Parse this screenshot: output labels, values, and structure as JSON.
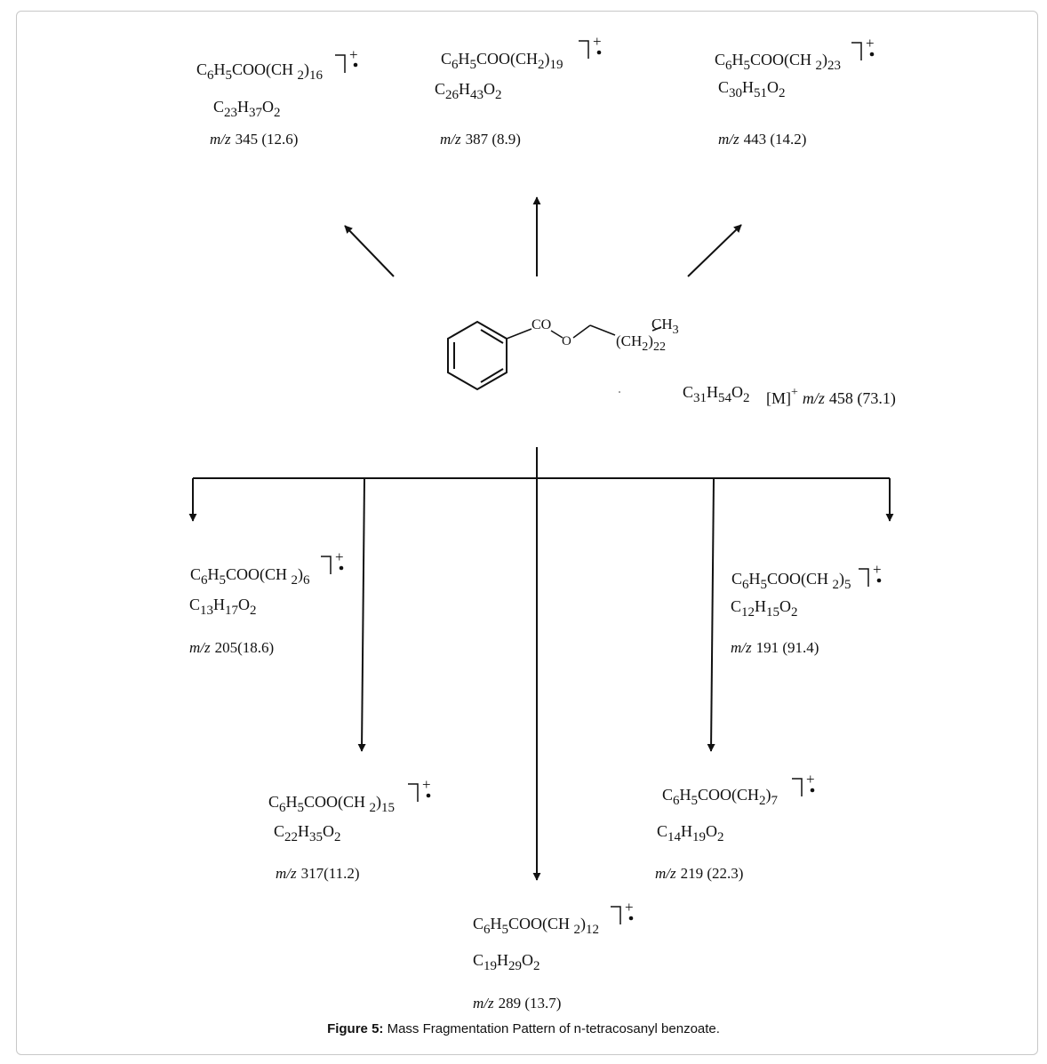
{
  "molecule": {
    "co_label": "CO",
    "o_label": "O",
    "ch3_label": "CH3",
    "chain_label": "(CH2)22",
    "formula": "C31H54O2",
    "ion_label": "[M]",
    "ion_charge": "+",
    "mz_label": "m/z",
    "mz_value": "458 (73.1)"
  },
  "fragments": [
    {
      "id": "f16",
      "formula_top": "C6H5COO(CH 2)16",
      "formula_bottom": "C23H37O2",
      "mz_label": "m/z",
      "mz_value": "345 (12.6)"
    },
    {
      "id": "f19",
      "formula_top": "C6H5COO(CH2)19",
      "formula_bottom": "C26H43O2",
      "mz_label": "m/z",
      "mz_value": "387 (8.9)"
    },
    {
      "id": "f23",
      "formula_top": "C6H5COO(CH 2)23",
      "formula_bottom": "C30H51O2",
      "mz_label": "m/z",
      "mz_value": "443 (14.2)"
    },
    {
      "id": "f6",
      "formula_top": "C6H5COO(CH 2)6",
      "formula_bottom": "C13H17O2",
      "mz_label": "m/z",
      "mz_value": "205(18.6)"
    },
    {
      "id": "f5",
      "formula_top": "C6H5COO(CH 2)5",
      "formula_bottom": "C12H15O2",
      "mz_label": "m/z",
      "mz_value": "191 (91.4)"
    },
    {
      "id": "f15",
      "formula_top": "C6H5COO(CH 2)15",
      "formula_bottom": "C22H35O2",
      "mz_label": "m/z",
      "mz_value": "317(11.2)"
    },
    {
      "id": "f7",
      "formula_top": "C6H5COO(CH2)7",
      "formula_bottom": "C14H19O2",
      "mz_label": "m/z",
      "mz_value": "219 (22.3)"
    },
    {
      "id": "f12",
      "formula_top": "C6H5COO(CH 2)12",
      "formula_bottom": "C19H29O2",
      "mz_label": "m/z",
      "mz_value": "289 (13.7)"
    }
  ],
  "radical_cation_symbol": "+",
  "caption": {
    "label": "Figure 5:",
    "text": " Mass Fragmentation Pattern of n-tetracosanyl benzoate."
  }
}
